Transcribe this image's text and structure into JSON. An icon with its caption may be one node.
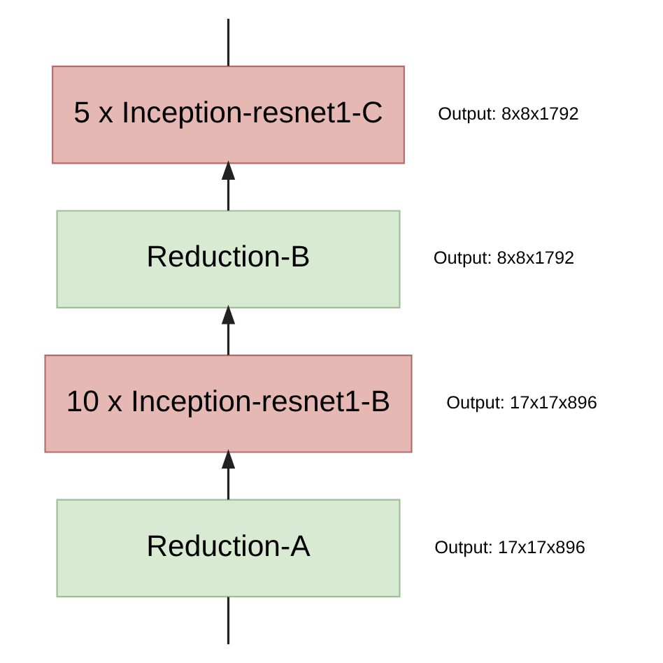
{
  "diagram": {
    "nodes": [
      {
        "text": [
          "5 x Inception-resnet1-C"
        ],
        "beside": [
          "Output: 8x8x1792"
        ]
      },
      {
        "text": [
          "Reduction-B"
        ],
        "beside": [
          "Output: 8x8x1792"
        ]
      },
      {
        "text": [
          "10 x Inception-resnet1-B"
        ],
        "beside": [
          "Output: 17x17x896"
        ]
      },
      {
        "text": [
          "Reduction-A"
        ],
        "beside": [
          "Output: 17x17x896"
        ]
      }
    ],
    "edges": [
      {
        "from": 0,
        "to": null,
        "arrow": "none"
      },
      {
        "from": 1,
        "to": 0,
        "arrow": "to"
      },
      {
        "from": 2,
        "to": 1,
        "arrow": "to"
      },
      {
        "from": 3,
        "to": 2,
        "arrow": "to"
      },
      {
        "from": null,
        "to": 3,
        "arrow": "none"
      }
    ]
  }
}
